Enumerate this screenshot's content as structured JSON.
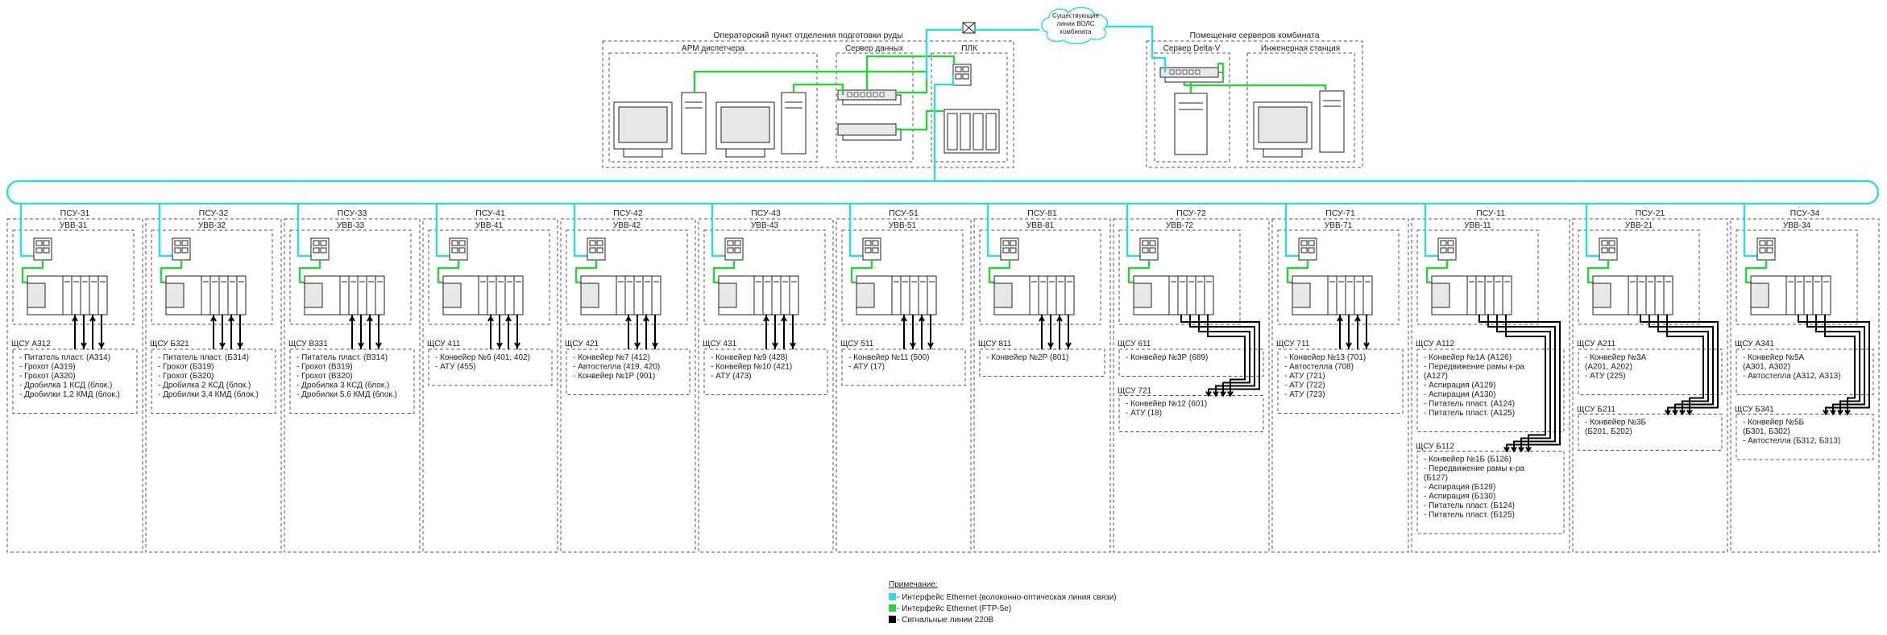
{
  "top": {
    "operator_room": {
      "title": "Операторский пункт отделения подготовки руды",
      "arm_label": "АРМ диспетчера",
      "data_server_label": "Сервер данных",
      "plc_label": "ПЛК"
    },
    "cloud_label": [
      "Существующие",
      "линии ВОЛС",
      "комбината"
    ],
    "server_room": {
      "title": "Помещение серверов комбината",
      "deltav_label": "Сервер Delta-V",
      "eng_label": "Инженерная станция"
    }
  },
  "columns": [
    {
      "psu": "ПСУ-31",
      "uvv": "УВВ-31",
      "panels": [
        {
          "name": "ЩСУ А312",
          "items": [
            "- Питатель пласт. (А314)",
            "- Грохот (А319)",
            "- Грохот (А320)",
            "- Дробилка 1 КСД (блок.)",
            "- Дробилки 1,2 КМД (блок.)"
          ]
        }
      ]
    },
    {
      "psu": "ПСУ-32",
      "uvv": "УВВ-32",
      "panels": [
        {
          "name": "ЩСУ Б321",
          "items": [
            "- Питатель пласт. (Б314)",
            "- Грохот (Б319)",
            "- Грохот (Б320)",
            "- Дробилка 2 КСД (блок.)",
            "- Дробилки 3,4 КМД (блок.)"
          ]
        }
      ]
    },
    {
      "psu": "ПСУ-33",
      "uvv": "УВВ-33",
      "panels": [
        {
          "name": "ЩСУ В331",
          "items": [
            "- Питатель пласт. (В314)",
            "- Грохот (В319)",
            "- Грохот (В320)",
            "- Дробилка 3 КСД (блок.)",
            "- Дробилки 5,6 КМД (блок.)"
          ]
        }
      ]
    },
    {
      "psu": "ПСУ-41",
      "uvv": "УВВ-41",
      "panels": [
        {
          "name": "ЩСУ 411",
          "items": [
            "- Конвейер №6 (401, 402)",
            "- АТУ (455)"
          ]
        }
      ]
    },
    {
      "psu": "ПСУ-42",
      "uvv": "УВВ-42",
      "panels": [
        {
          "name": "ЩСУ 421",
          "items": [
            "- Конвейер №7 (412)",
            "- Автостелла (419, 420)",
            "- Конвейер №1Р (901)"
          ]
        }
      ]
    },
    {
      "psu": "ПСУ-43",
      "uvv": "УВВ-43",
      "panels": [
        {
          "name": "ЩСУ 431",
          "items": [
            "- Конвейер №9 (428)",
            "- Конвейер №10 (421)",
            "- АТУ (473)"
          ]
        }
      ]
    },
    {
      "psu": "ПСУ-51",
      "uvv": "УВВ-51",
      "panels": [
        {
          "name": "ЩСУ 511",
          "items": [
            "- Конвейер №11 (500)",
            "- АТУ (17)"
          ]
        }
      ]
    },
    {
      "psu": "ПСУ-81",
      "uvv": "УВВ-81",
      "panels": [
        {
          "name": "ЩСУ 811",
          "items": [
            "- Конвейер №2Р (801)"
          ]
        }
      ]
    },
    {
      "psu": "ПСУ-72",
      "uvv": "УВВ-72",
      "panels": [
        {
          "name": "ЩСУ 611",
          "items": [
            "- Конвейер №3Р (689)"
          ]
        },
        {
          "name": "ЩСУ 721",
          "items": [
            "- Конвейер №12 (601)",
            "- АТУ (18)"
          ]
        }
      ]
    },
    {
      "psu": "ПСУ-71",
      "uvv": "УВВ-71",
      "panels": [
        {
          "name": "ЩСУ 711",
          "items": [
            "- Конвейер №13 (701)",
            "- Автостелла (708)",
            "- АТУ (721)",
            "- АТУ (722)",
            "- АТУ (723)"
          ]
        }
      ]
    },
    {
      "psu": "ПСУ-11",
      "uvv": "УВВ-11",
      "panels": [
        {
          "name": "ЩСУ А112",
          "items": [
            "- Конвейер №1А (А126)",
            "- Передвижение рамы к-ра",
            "(А127)",
            "- Аспирация (А129)",
            "- Аспирация (А130)",
            "- Питатель пласт. (А124)",
            "- Питатель пласт. (А125)"
          ]
        },
        {
          "name": "ЩСУ Б112",
          "items": [
            "- Конвейер №1Б (Б126)",
            "- Передвижение рамы к-ра",
            "(Б127)",
            "- Аспирация (Б129)",
            "- Аспирация (Б130)",
            "- Питатель пласт. (Б124)",
            "- Питатель пласт. (Б125)"
          ]
        }
      ]
    },
    {
      "psu": "ПСУ-21",
      "uvv": "УВВ-21",
      "panels": [
        {
          "name": "ЩСУ А211",
          "items": [
            "- Конвейер №3А",
            "(А201, А202)",
            "- АТУ (225)"
          ]
        },
        {
          "name": "ЩСУ Б211",
          "items": [
            "- Конвейер №3Б",
            "(Б201, Б202)"
          ]
        }
      ]
    },
    {
      "psu": "ПСУ-34",
      "uvv": "УВВ-34",
      "panels": [
        {
          "name": "ЩСУ А341",
          "items": [
            "- Конвейер №5А",
            "(А301, А302)",
            "- Автостелла (А312, А313)"
          ]
        },
        {
          "name": "ЩСУ Б341",
          "items": [
            "- Конвейер №5Б",
            "(Б301, Б302)",
            "- Автостелла (Б312, Б313)"
          ]
        }
      ]
    }
  ],
  "legend": {
    "title": "Примечание:",
    "items": [
      {
        "color": "#33d6ea",
        "text": " - Интерфейс Ethernet (волоконно-оптическая линия связи)"
      },
      {
        "color": "#2ed03b",
        "text": " - Интерфейс Ethernet (FTP-5e)"
      },
      {
        "color": "#000000",
        "text": " - Сигнальные линии 220В"
      }
    ]
  },
  "colors": {
    "fiber": "#33d6ea",
    "copper": "#2ed03b",
    "signal": "#000000",
    "frame": "#555555"
  }
}
